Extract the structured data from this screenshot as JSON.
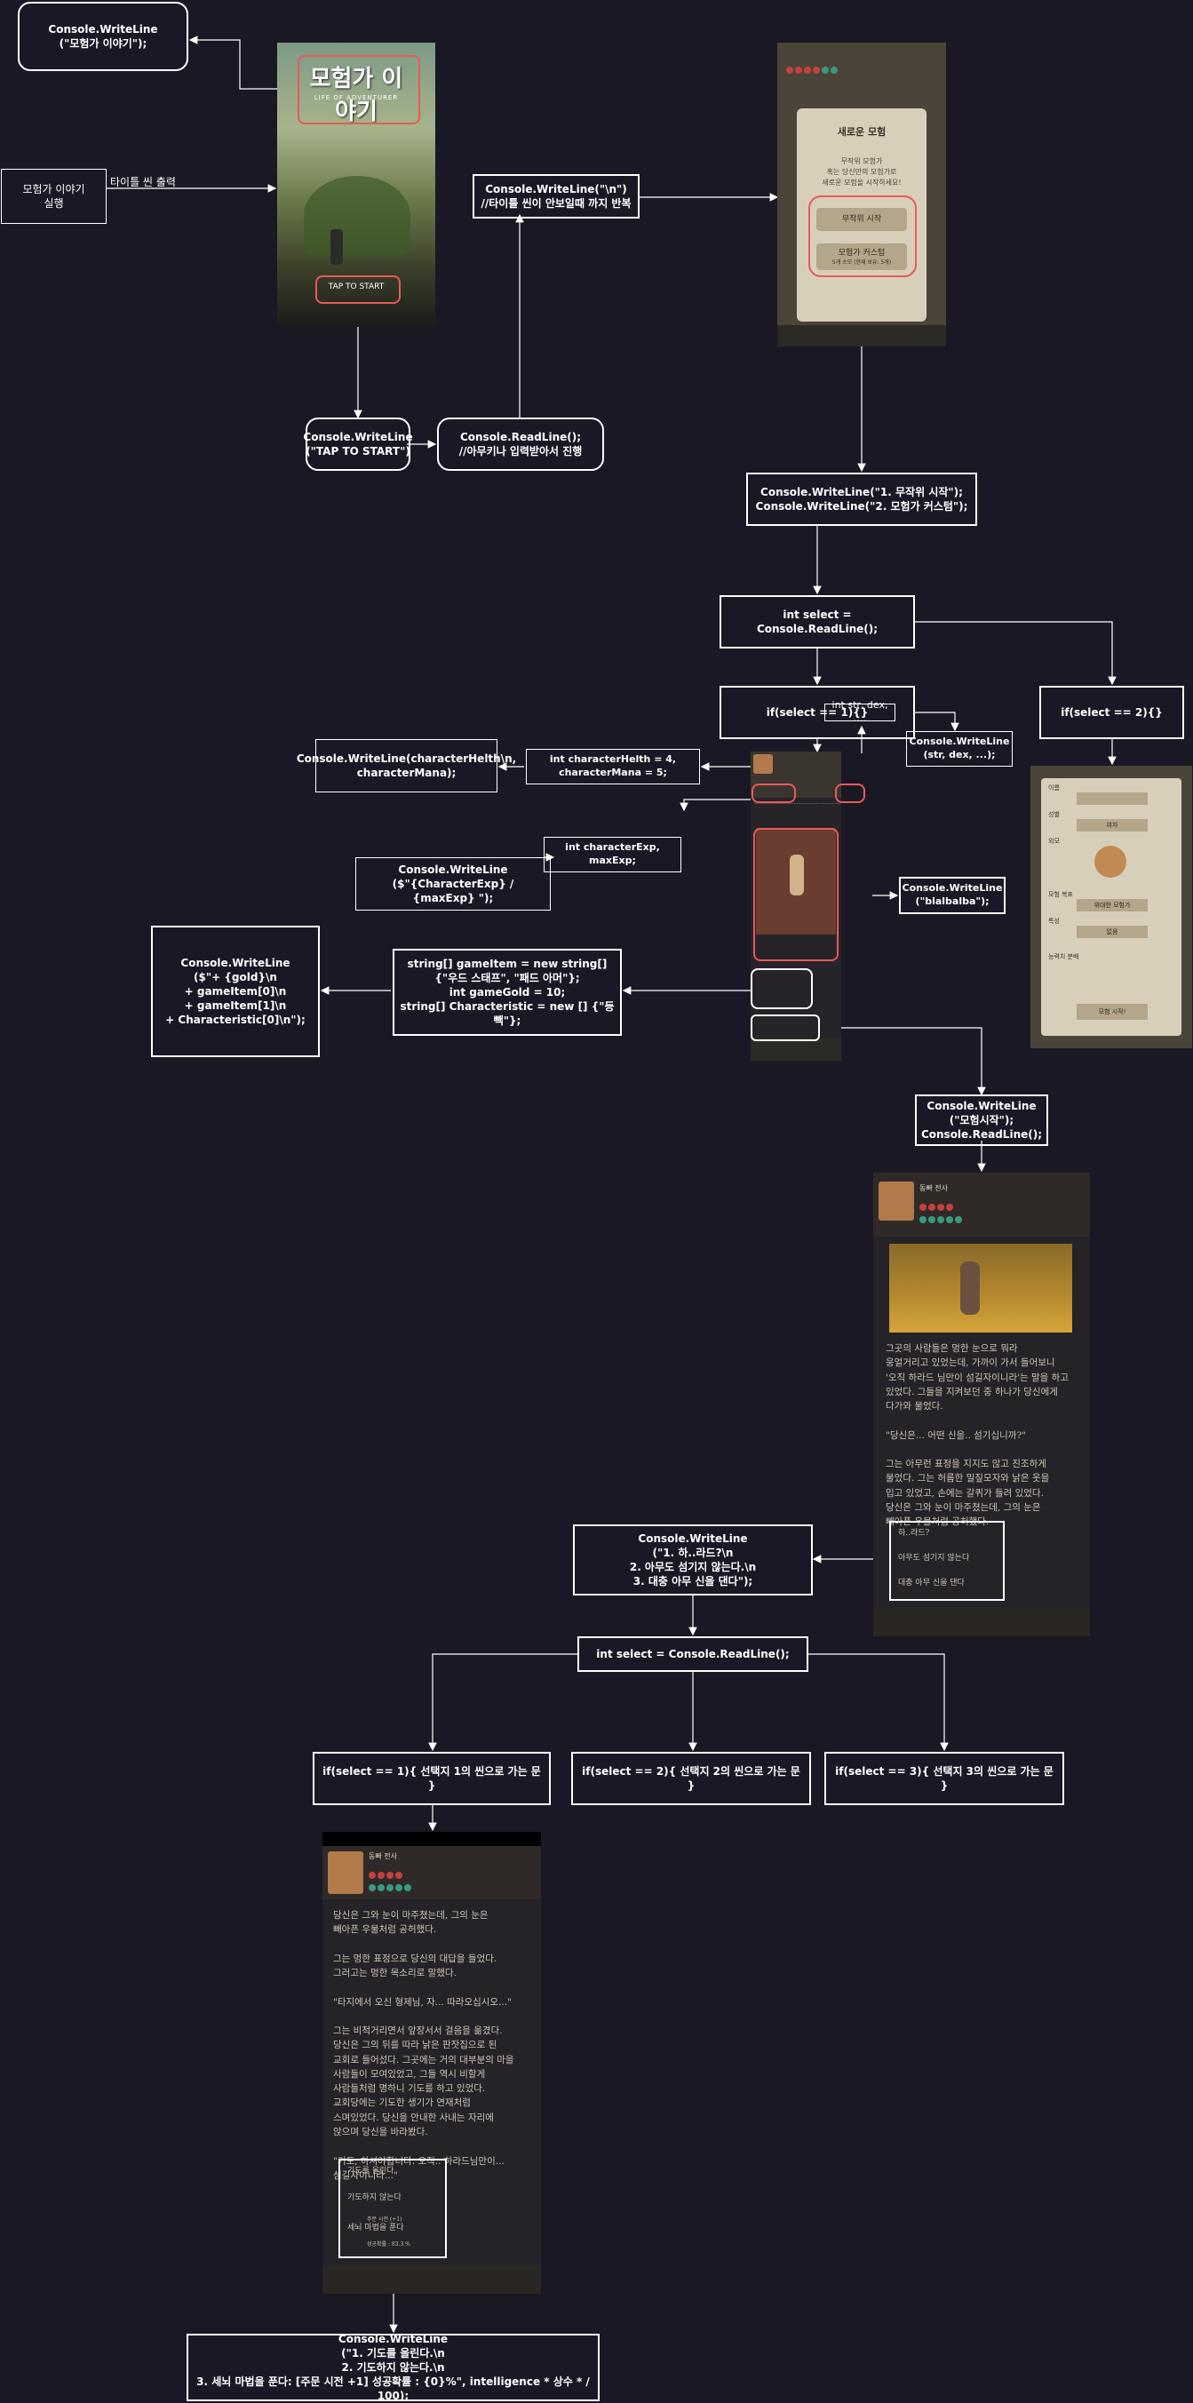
{
  "flow": {
    "cw_title": "Console.WriteLine\n(\"모험가 이야기\");",
    "start_label": "모험가 이야기\n실행",
    "title_out_label": "타이틀 씬 출력",
    "cw_tap": "Console.WriteLine\n(\"TAP TO START\")",
    "readline_any": "Console.ReadLine();\n//아무키나 입력받아서 진행",
    "cw_loop": "Console.WriteLine(\"\\n\")\n//타이틀 씬이 안보일때 까지 반복",
    "cw_menu": "Console.WriteLine(\"1. 무작위 시작\");\nConsole.WriteLine(\"2. 모험가 커스텀\");",
    "select1": "int select = Console.ReadLine();",
    "if1": "if(select == 1){}",
    "if2": "if(select == 2){}",
    "stats_vars": "int str, dex, ....",
    "cw_stats": "Console.WriteLine\n(str, dex, ...);",
    "cw_health": "Console.WriteLine(characterHelth\\n,\ncharacterMana);",
    "health_vars": "int characterHelth = 4,\ncharacterMana = 5;",
    "exp_vars": "int characterExp,\nmaxExp;",
    "cw_exp": "Console.WriteLine\n($\"{CharacterExp} / {maxExp} \");",
    "cw_blabla": "Console.WriteLine\n(\"blalbalba\");",
    "cw_items": "Console.WriteLine\n($\"+ {gold}\\n\n+ gameItem[0]\\n\n+ gameItem[1]\\n\n+ Characteristic[0]\\n\");",
    "items_vars": "string[] gameItem = new string[]\n{\"우드 스태프\", \"패드 아머\"};\nint gameGold = 10;\nstring[] Characteristic = new [] {\"등빽\"};",
    "cw_start": "Console.WriteLine\n(\"모험시작\");\nConsole.ReadLine();",
    "cw_choice": "Console.WriteLine\n(\"1. 하..라드?\\n\n2. 아무도 섬기지 않는다.\\n\n3. 대충 아무 신을 댄다\");",
    "select2": "int select = Console.ReadLine();",
    "branch1": "if(select == 1){ 선택지 1의 씬으로 가는 문 }",
    "branch2": "if(select == 2){ 선택지 2의 씬으로 가는 문 }",
    "branch3": "if(select == 3){ 선택지 3의 씬으로 가는 문 }",
    "cw_final": "Console.WriteLine\n(\"1. 기도를 올린다.\\n\n2. 기도하지 않는다.\\n\n3. 세뇌 마법을 푼다: [주문 시전 +1] 성공확률 : {0}%\", intelligence * 상수 * / 100);"
  },
  "screens": {
    "title": {
      "logo": "모험가 이야기",
      "subtitle": "LIFE OF ADVENTURER",
      "tap": "TAP TO START"
    },
    "newgame": {
      "heading": "새로운 모험",
      "desc": "무작위 모험가\n혹는 당신만의 모험가로\n새로운 모험을 시작하세요!",
      "btn_random": "무작위 시작",
      "btn_custom": "모험가 커스텀",
      "btn_custom_note": "5개 소모 (현재 보유: 5개)"
    },
    "custom": {
      "rows": [
        "이름",
        "성별",
        "외모",
        "모험 복표",
        "특성",
        "능력치 분배"
      ],
      "gender": "여자",
      "goal": "위대한 모험가",
      "trait": "없음",
      "start": "모험 시작!"
    },
    "story1": {
      "name": "동빠 전사",
      "paragraphs": "그곳의 사람들은 멍한 눈으로 뭐라\n웅얼거리고 있었는데, 가까이 가서 들어보니\n'오직 하라드 님만이 섬길자이니라'는 말을 하고\n있었다. 그들을 지켜보던 중 하나가 당신에게\n다가와 물었다.\n\n\"당신은... 어떤 신을.. 섬기십니까?\"\n\n그는 아무런 표정을 지지도 않고 진조하게\n물었다. 그는 허름한 밀짚모자와 낡은 옷을\n입고 있었고, 손에는 갈퀴가 들려 있었다.\n당신은 그와 눈이 마주쳤는데, 그의 눈은\n빼아픈 우물처럼 공허했다.",
      "choices": [
        "하..라드?",
        "아무도 섬기지 않는다",
        "대충 아무 신을 댄다"
      ]
    },
    "story2": {
      "name": "동빠 전사",
      "paragraphs": "당신은 그와 눈이 마주쳤는데, 그의 눈은\n빼아픈 우물처럼 공허했다.\n\n그는 멍한 표정으로 당신의 대답을 들었다.\n그러고는 멍한 목소리로 말했다.\n\n\"타지에서 오신 형제님, 자... 따라오십시오...\"\n\n그는 비척거리면서 앞장서서 걸음을 옮겼다.\n당신은 그의 뒤를 따라 낡은 판잣집으로 된\n교회로 들어섰다. 그곳에는 거의 대부분의 마을\n사람들이 모여있었고, 그들 역시 비할게\n사람들처럼 명하니 기도를 하고 있었다.\n교회당에는 기도한 생기가 연재처럼\n스며있었다. 당신을 안내한 사내는 자리에\n앉으며 당신을 바라봤다.\n\n\"기도, 하셔야합니다. 오직.. 하라드님만이...\n섬길자이니라...\"",
      "choices": [
        "기도를 올린다",
        "기도하지 않는다",
        "세뇌 마법을 푼다"
      ],
      "choice_note": "주문 시전 (+1)",
      "chance": "성공확률 : 83.3 %"
    }
  },
  "colors": {
    "background": "#1b1825",
    "highlight": "#e85a5a",
    "line": "#ffffff"
  }
}
